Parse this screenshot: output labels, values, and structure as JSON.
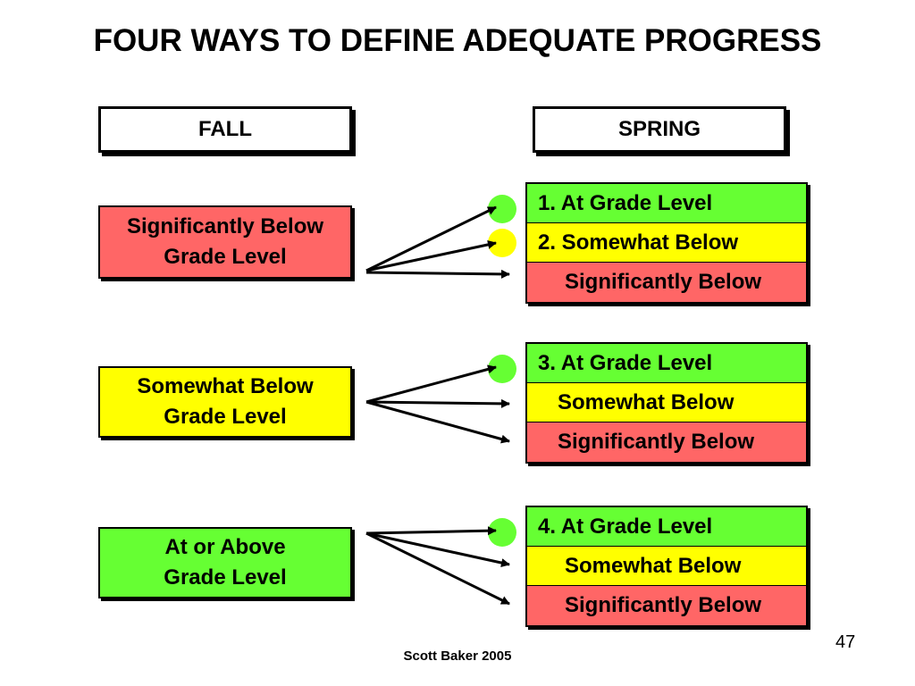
{
  "title": "FOUR WAYS TO DEFINE ADEQUATE PROGRESS",
  "headers": {
    "fall": "FALL",
    "spring": "SPRING"
  },
  "groups": [
    {
      "fall": {
        "line1": "Significantly Below",
        "line2": "Grade Level",
        "color": "#ff6666"
      },
      "spring": [
        {
          "text": "1. At Grade Level",
          "color": "#66ff33"
        },
        {
          "text": "2. Somewhat Below",
          "color": "#ffff00"
        },
        {
          "text": "Significantly Below",
          "color": "#ff6666"
        }
      ],
      "markers": [
        "#66ff33",
        "#ffff00"
      ]
    },
    {
      "fall": {
        "line1": "Somewhat Below",
        "line2": "Grade Level",
        "color": "#ffff00"
      },
      "spring": [
        {
          "text": "3. At Grade Level",
          "color": "#66ff33"
        },
        {
          "text": "Somewhat Below",
          "color": "#ffff00"
        },
        {
          "text": "Significantly Below",
          "color": "#ff6666"
        }
      ],
      "markers": [
        "#66ff33"
      ]
    },
    {
      "fall": {
        "line1": "At or Above",
        "line2": "Grade Level",
        "color": "#66ff33"
      },
      "spring": [
        {
          "text": "4. At Grade Level",
          "color": "#66ff33"
        },
        {
          "text": "Somewhat Below",
          "color": "#ffff00"
        },
        {
          "text": "Significantly Below",
          "color": "#ff6666"
        }
      ],
      "markers": [
        "#66ff33"
      ]
    }
  ],
  "page_number": "47",
  "footer": "Scott Baker 2005"
}
